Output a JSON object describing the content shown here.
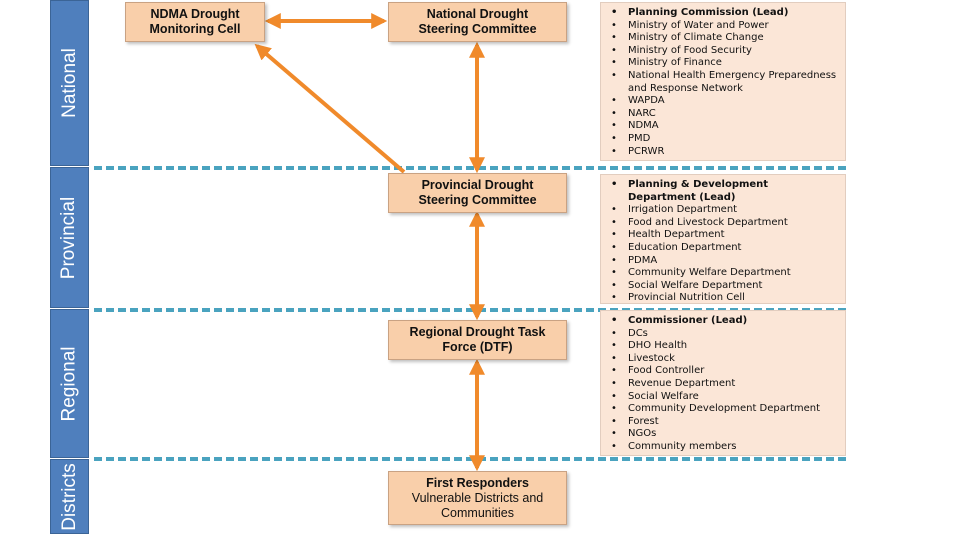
{
  "levels": {
    "national": "National",
    "provincial": "Provincial",
    "regional": "Regional",
    "districts": "Districts"
  },
  "nodes": {
    "ndma": [
      "NDMA Drought",
      "Monitoring Cell"
    ],
    "national_committee": [
      "National Drought",
      "Steering Committee"
    ],
    "provincial_committee": [
      "Provincial Drought",
      "Steering Committee"
    ],
    "regional_task_force": [
      "Regional Drought Task",
      "Force (DTF)"
    ],
    "first_responders": {
      "title": "First Responders",
      "lines": [
        "Vulnerable Districts and",
        "Communities"
      ]
    }
  },
  "members": {
    "national": [
      "Planning Commission (Lead)",
      "Ministry of Water and Power",
      "Ministry of Climate Change",
      "Ministry of Food Security",
      "Ministry of Finance",
      "National Health Emergency Preparedness and Response Network",
      "WAPDA",
      "NARC",
      "NDMA",
      "PMD",
      "PCRWR"
    ],
    "provincial": [
      "Planning & Development Department (Lead)",
      "Irrigation Department",
      "Food and Livestock Department",
      "Health Department",
      "Education Department",
      "PDMA",
      "Community Welfare Department",
      "Social Welfare Department",
      "Provincial Nutrition Cell"
    ],
    "regional": [
      "Commissioner (Lead)",
      "DCs",
      "DHO Health",
      "Livestock",
      "Food Controller",
      "Revenue Department",
      "Social Welfare",
      "Community Development Department",
      "Forest",
      "NGOs",
      "Community members"
    ]
  },
  "colors": {
    "level_band": "#4f7fbd",
    "divider": "#4aa3bf",
    "node_fill": "#f9cfaa",
    "panel_fill": "#fbe6d7",
    "arrow": "#f08a2b"
  }
}
